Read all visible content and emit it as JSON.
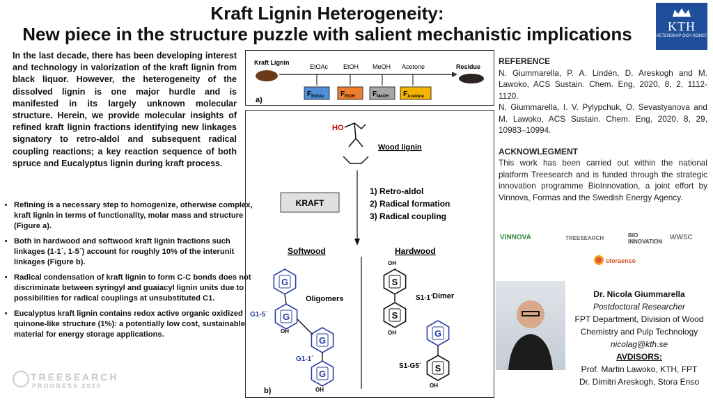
{
  "header": {
    "title_line1": "Kraft Lignin Heterogeneity:",
    "title_line2": "New piece in the structure puzzle with salient mechanistic implications"
  },
  "logo": {
    "name": "KTH",
    "sub": "VETENSKAP OCH KONST"
  },
  "intro": "In the last decade, there has been developing interest and technology in valorization of the kraft lignin from black liquor. However, the heterogeneity of the dissolved lignin is one major hurdle and is manifested in its largely unknown molecular structure. Herein, we provide molecular insights of refined kraft lignin fractions identifying new linkages signatory to retro-aldol and subsequent radical coupling reactions; a key reaction sequence of both spruce and Eucalyptus lignin during kraft process.",
  "bullets": [
    "Refining is a necessary step to homogenize, otherwise complex, kraft lignin in terms of functionality, molar mass and structure (Figure a).",
    "Both in hardwood and softwood kraft lignin fractions such linkages (1-1´, 1-5´) account for roughly 10% of the interunit linkages (Figure b).",
    "Radical condensation of kraft lignin to form C-C bonds does not discriminate between syringyl and guaiacyl lignin units due to possibilities for radical couplings at unsubstituted C1.",
    "Eucalyptus kraft lignin contains redox active organic oxidized quinone-like structure (1%): a potentially low cost, sustainable material for energy storage applications."
  ],
  "watermark": {
    "line1": "TREESEARCH",
    "line2": "PROGRESS 2020"
  },
  "figure_a": {
    "label": "a)",
    "start": "Kraft Lignin",
    "end": "Residue",
    "solvents": [
      "EtOAc",
      "EtOH",
      "MeOH",
      "Acetone"
    ],
    "fractions": [
      {
        "main": "F",
        "sub": "EtOAc",
        "color": "#4f8fd6"
      },
      {
        "main": "F",
        "sub": "EtOH",
        "color": "#ef7d2e"
      },
      {
        "main": "F",
        "sub": "MeOH",
        "color": "#a6a6a6"
      },
      {
        "main": "F",
        "sub": "Acetone",
        "color": "#f5b400"
      }
    ]
  },
  "figure_b": {
    "label": "b)",
    "wood_lignin": "Wood lignin",
    "ho": "HO",
    "kraft": "KRAFT",
    "steps": [
      "1)  Retro-aldol",
      "2)  Radical formation",
      "3)  Radical coupling"
    ],
    "softwood": "Softwood",
    "hardwood": "Hardwood",
    "oligomers": "Oligomers",
    "dimer": "Dimer",
    "g15": "G1-5´",
    "g11": "G1-1´",
    "s11": "S1-1´",
    "s1g5": "S1-G5´",
    "oh": "OH",
    "g": "G",
    "s": "S"
  },
  "reference": {
    "heading": "REFERENCE",
    "ref1": "N. Giummarella, P. A. Lindén, D. Areskogh and M. Lawoko, ACS Sustain. Chem. Eng, 2020, 8, 2, 1112-1120.",
    "ref2": "N. Giummarella, I. V. Pylypchuk, O. Sevastyanova and M. Lawoko, ACS Sustain. Chem. Eng, 2020,  8, 29, 10983–10994."
  },
  "acknowledgment": {
    "heading": "ACKNOWLEGMENT",
    "text": "This work has been carried out within the national platform Treesearch and is funded through the strategic innovation programme BioInnovation, a joint effort by Vinnova, Formas and the Swedish Energy Agency."
  },
  "partners": [
    "VINNOVA",
    "TREESEARCH",
    "BIO INNOVATION",
    "WWSC",
    "storaenso"
  ],
  "person": {
    "name": "Dr. Nicola Giummarella",
    "role": "Postdoctoral Researcher",
    "dept": "FPT Department, Division of Wood Chemistry and Pulp Technology",
    "email": "nicolag@kth.se",
    "advisors_heading": "AVDISORS:",
    "advisor1": "Prof. Martin Lawoko, KTH, FPT",
    "advisor2": "Dr. Dimitri Areskogh, Stora Enso"
  }
}
